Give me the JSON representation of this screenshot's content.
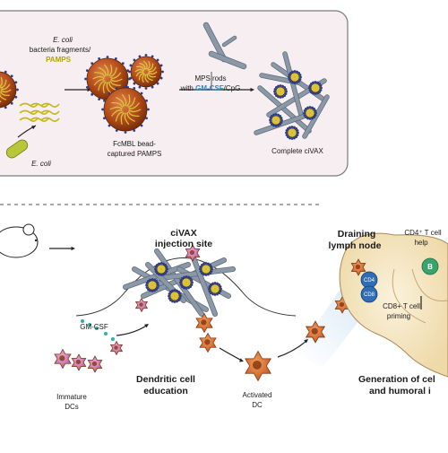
{
  "panel_top": {
    "ecoli_fragments_line1": "E. coli",
    "ecoli_fragments_line2": "bacteria fragments/",
    "ecoli_fragments_line3": "PAMPS",
    "ecoli_label": "E. coli",
    "bead_label_line1": "FcMBL bead-",
    "bead_label_line2": "captured PAMPS",
    "mps_line1": "MPS rods",
    "mps_line2_prefix": "with ",
    "mps_line2_gmcsf": "GM-CSF",
    "mps_line2_suffix": "/CpG",
    "complete_label": "Complete ciVAX"
  },
  "lower": {
    "civax_line1": "ciVAX",
    "civax_line2": "injection site",
    "gmcsf_label": "GM-CSF",
    "immature_line1": "Immature",
    "immature_line2": "DCs",
    "dendritic_line1": "Dendritic cell",
    "dendritic_line2": "education",
    "activated_line1": "Activated",
    "activated_line2": "DC",
    "draining_line1": "Draining",
    "draining_line2": "lymph node",
    "cd4_help_line1": "CD4⁺ T cell",
    "cd4_help_line2": "help",
    "b_label": "B",
    "cd4_label": "CD4",
    "cd8_label": "CD8",
    "cd8_priming_line1": "CD8+ T cell",
    "cd8_priming_line2": "priming",
    "generation_line1": "Generation of cel",
    "generation_line2": "and humoral i"
  },
  "colors": {
    "panel_bg": "#f7eef1",
    "panel_border": "#7a7a7a",
    "rod": "#7d8a99",
    "bead": "#b14a1a",
    "pamps_text": "#b3a300",
    "gmcsf_text": "#2d86c9",
    "dc_orange": "#d8641e",
    "immature_pink": "#c86ea8",
    "lymph_node": "#f6e8c8",
    "cd4_blue": "#2f6db5",
    "b_green": "#3aa36b"
  }
}
